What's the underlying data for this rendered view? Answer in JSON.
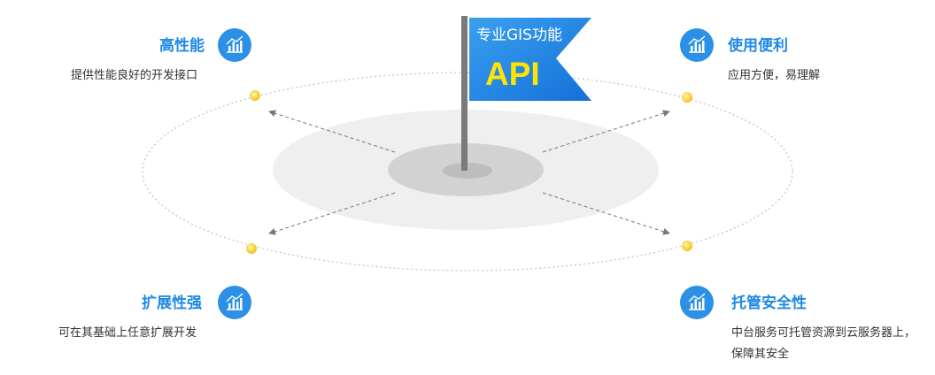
{
  "flag": {
    "subtitle": "专业GIS功能",
    "title": "API"
  },
  "features": [
    {
      "id": "high-performance",
      "title": "高性能",
      "desc": [
        "提供性能良好的开发接口"
      ],
      "icon": "bar-chart-icon"
    },
    {
      "id": "ease-of-use",
      "title": "使用便利",
      "desc": [
        "应用方便，易理解"
      ],
      "icon": "bar-chart-icon"
    },
    {
      "id": "extensibility",
      "title": "扩展性强",
      "desc": [
        "可在其基础上任意扩展开发"
      ],
      "icon": "bar-chart-icon"
    },
    {
      "id": "hosting-security",
      "title": "托管安全性",
      "desc": [
        "中台服务可托管资源到云服务器上，",
        "保障其安全"
      ],
      "icon": "bar-chart-icon"
    }
  ],
  "colors": {
    "accent": "#1e88e5",
    "icon_bg": "#2b90e6",
    "flag": "#1e88e5",
    "api_text": "#ffe400",
    "orbit_dot": "#f5c518"
  }
}
